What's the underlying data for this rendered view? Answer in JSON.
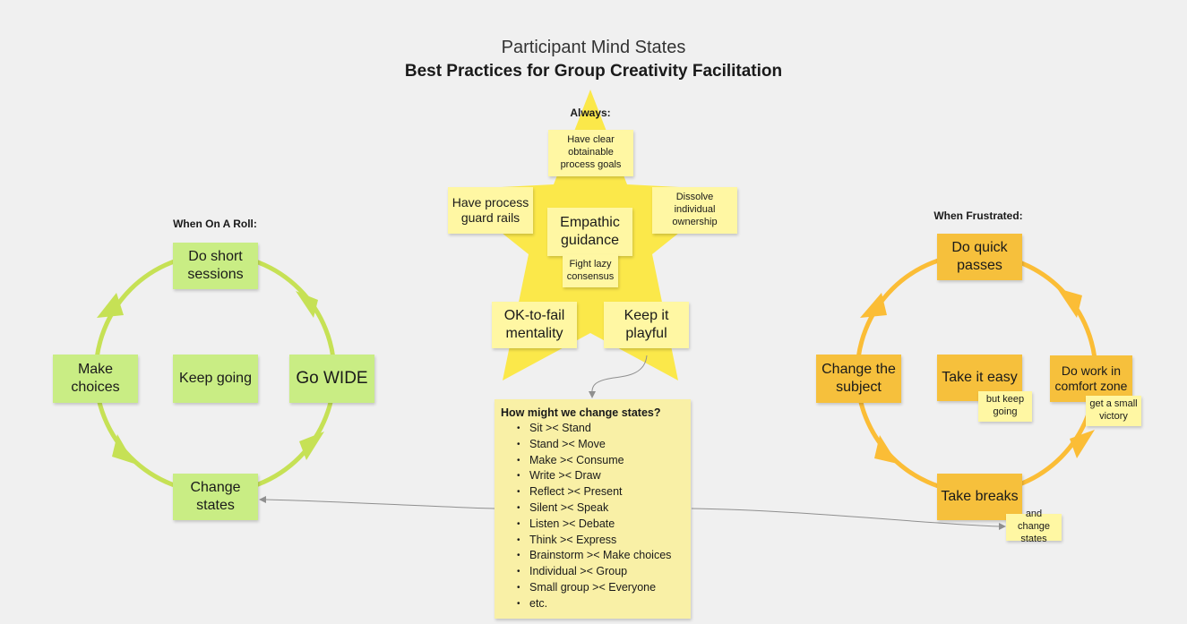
{
  "title": {
    "line1": "Participant Mind States",
    "line2": "Best Practices for Group Creativity Facilitation"
  },
  "colors": {
    "background": "#f0f0f0",
    "green_note": "#c9ed84",
    "green_cycle": "#c6e155",
    "orange_note": "#f6c03c",
    "orange_cycle": "#fbbd36",
    "star": "#fbe84a",
    "yellow_note": "#fff7a3",
    "big_note": "#f9f0a6",
    "connector": "#8f8f8f"
  },
  "on_a_roll": {
    "label": "When On A Roll:",
    "top": "Do short sessions",
    "right": "Go WIDE",
    "bottom": "Change states",
    "left": "Make choices",
    "center": "Keep going"
  },
  "always": {
    "label": "Always:",
    "top": "Have clear obtainable process goals",
    "upper_left": "Have process guard rails",
    "upper_right": "Dissolve individual ownership",
    "center": "Empathic guidance",
    "center_sub": "Fight lazy consensus",
    "lower_left": "OK-to-fail mentality",
    "lower_right": "Keep it playful"
  },
  "frustrated": {
    "label": "When Frustrated:",
    "top": "Do quick passes",
    "right": "Do work in comfort zone",
    "right_sub": "get a small victory",
    "bottom": "Take breaks",
    "bottom_sub": "and change states",
    "left": "Change the subject",
    "center": "Take it easy",
    "center_sub": "but keep going"
  },
  "change_states": {
    "heading": "How might we change states?",
    "items": [
      "Sit >< Stand",
      "Stand >< Move",
      "Make >< Consume",
      "Write >< Draw",
      "Reflect >< Present",
      "Silent >< Speak",
      "Listen >< Debate",
      "Think >< Express",
      "Brainstorm >< Make choices",
      "Individual >< Group",
      "Small group >< Everyone",
      "etc."
    ]
  }
}
